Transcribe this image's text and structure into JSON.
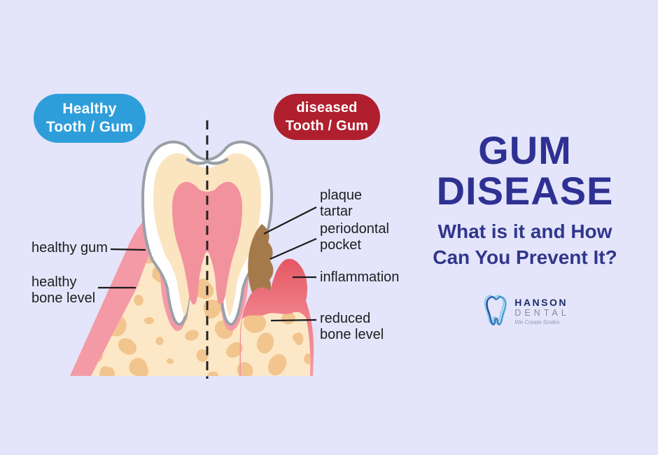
{
  "palette": {
    "bg": "#e4e5fa",
    "healthy-blue": "#2e9edb",
    "diseased-red": "#b01f2e",
    "headline-navy": "#2e3192",
    "label-text": "#1d1d1f",
    "gum-pink": "#f49aa6",
    "gum-red-top": "#e65964",
    "gum-red-bottom": "#f59aa5",
    "bone-cream": "#fce8c6",
    "bone-blob": "#f2c48e",
    "tartar-brown": "#a57a4b",
    "tooth-outline": "#9aa0a8",
    "dentin": "#fbe4c0",
    "pulp": "#f2929d"
  },
  "badges": {
    "healthy": {
      "line1": "Healthy",
      "line2": "Tooth / Gum"
    },
    "diseased": {
      "line1": "diseased",
      "line2": "Tooth / Gum"
    }
  },
  "labels": {
    "left": [
      {
        "line1": "healthy gum",
        "line2": ""
      },
      {
        "line1": "healthy",
        "line2": "bone level"
      }
    ],
    "right": [
      {
        "line1": "plaque",
        "line2": "tartar"
      },
      {
        "line1": "periodontal",
        "line2": "pocket"
      },
      {
        "line1": "inflammation",
        "line2": ""
      },
      {
        "line1": "reduced",
        "line2": "bone level"
      }
    ]
  },
  "headline": {
    "line1": "GUM",
    "line2": "DISEASE"
  },
  "subtitle": {
    "line1": "What is it and How",
    "line2": "Can You Prevent It?"
  },
  "logo": {
    "name": "HANSON",
    "field": "DENTAL",
    "tagline": "We Create Smiles"
  }
}
